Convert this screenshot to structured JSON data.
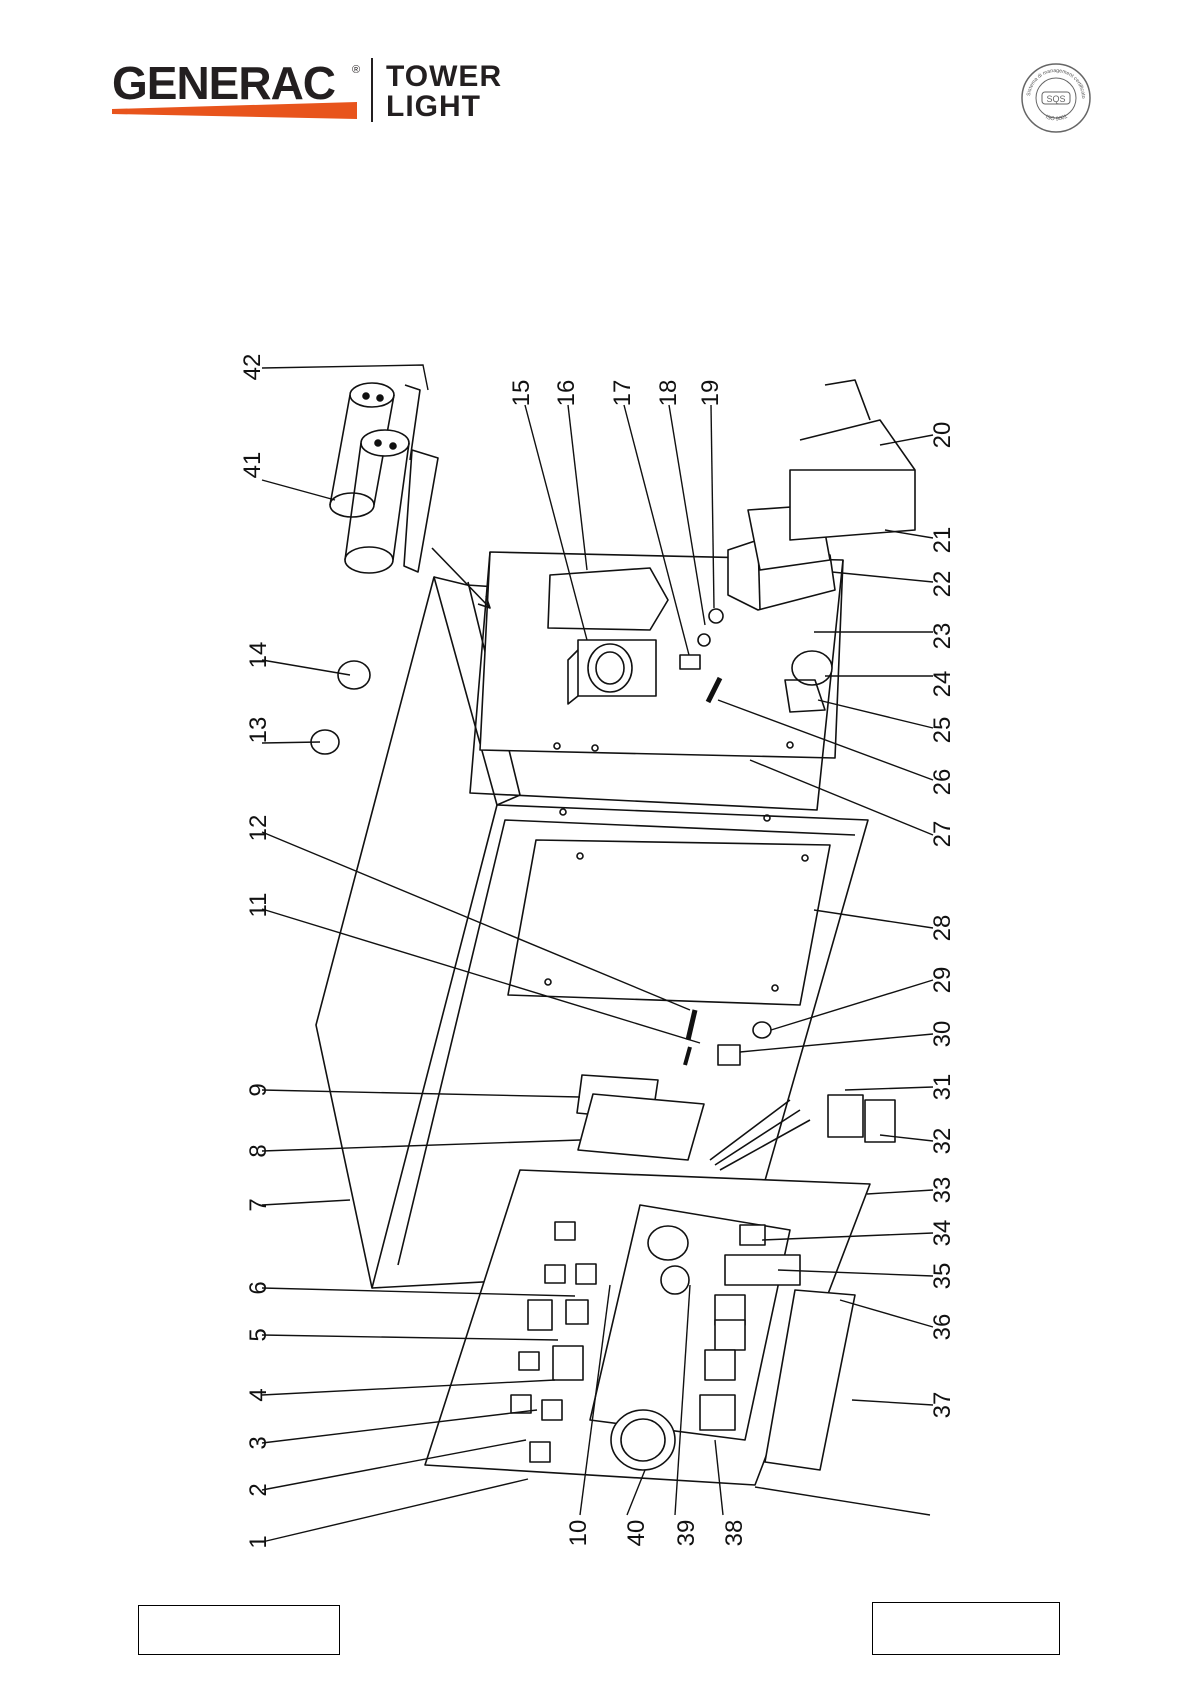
{
  "header": {
    "brand": "GENERAC",
    "registered_mark": "®",
    "product_line_1": "TOWER",
    "product_line_2": "LIGHT",
    "brand_color": "#231f20",
    "accent_color": "#e8541c",
    "seal_top_text": "Sistema di management certificato",
    "seal_bottom_text": "ISO 9001",
    "seal_mark": "SQS"
  },
  "diagram": {
    "title": "",
    "callouts": [
      "1",
      "2",
      "3",
      "4",
      "5",
      "6",
      "7",
      "8",
      "9",
      "10",
      "11",
      "12",
      "13",
      "14",
      "15",
      "16",
      "17",
      "18",
      "19",
      "20",
      "21",
      "22",
      "23",
      "24",
      "25",
      "26",
      "27",
      "28",
      "29",
      "30",
      "31",
      "32",
      "33",
      "34",
      "35",
      "36",
      "37",
      "38",
      "39",
      "40",
      "41",
      "42"
    ]
  },
  "footer": {
    "left_box_text": "",
    "right_box_text": ""
  }
}
